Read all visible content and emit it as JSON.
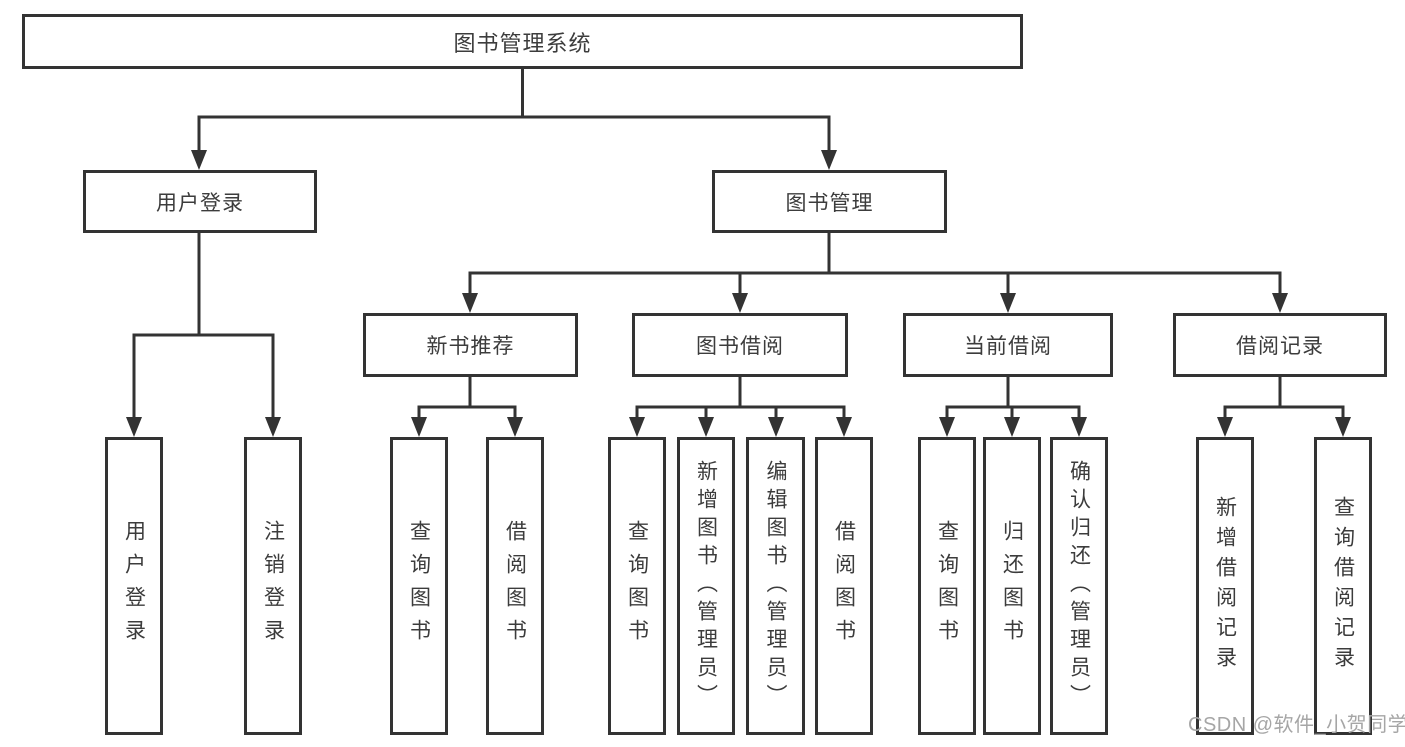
{
  "colors": {
    "line": "#333333",
    "text": "#3c3c3c",
    "watermark": "#a6a6a6",
    "background": "#ffffff"
  },
  "watermark": {
    "text": "CSDN @软件_小贺同学"
  },
  "tree": {
    "label": "图书管理系统",
    "children": [
      {
        "label": "用户登录",
        "children": [
          {
            "label": "用户登录"
          },
          {
            "label": "注销登录"
          }
        ]
      },
      {
        "label": "图书管理",
        "children": [
          {
            "label": "新书推荐",
            "children": [
              {
                "label": "查询图书"
              },
              {
                "label": "借阅图书"
              }
            ]
          },
          {
            "label": "图书借阅",
            "children": [
              {
                "label": "查询图书"
              },
              {
                "label": "新增图书（管理员）"
              },
              {
                "label": "编辑图书（管理员）"
              },
              {
                "label": "借阅图书"
              }
            ]
          },
          {
            "label": "当前借阅",
            "children": [
              {
                "label": "查询图书"
              },
              {
                "label": "归还图书"
              },
              {
                "label": "确认归还（管理员）"
              }
            ]
          },
          {
            "label": "借阅记录",
            "children": [
              {
                "label": "新增借阅记录"
              },
              {
                "label": "查询借阅记录"
              }
            ]
          }
        ]
      }
    ]
  }
}
